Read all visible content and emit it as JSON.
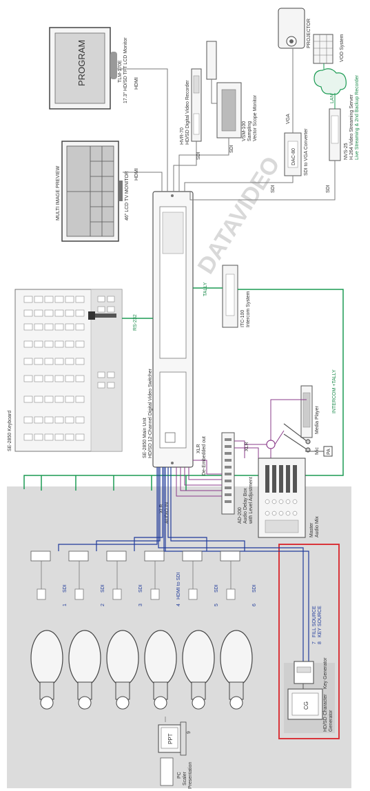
{
  "labels": {
    "keyboard": "SE-2850 Keyboard",
    "main_unit_1": "SE-2850 Main Unit",
    "main_unit_2": "HD/SD 12-Channel Digital Video Switcher",
    "rs232": "RS-232",
    "tally": "TALLY",
    "intercom_tally": "INTERCOM +TALLY",
    "multi_preview": "MULTI IMAGE PREVIEW",
    "lcd_monitor": "46\" LCD TV MONITOR",
    "program": "PROGRAM",
    "tlm_1": "TLM-170E",
    "tlm_2": "17.3\" HD/SD TFT LCD Monitor",
    "hvr_1": "HVR-70",
    "hvr_2": "HD/SD Digital Video Recorder",
    "vsm_1": "VSM-100",
    "vsm_2": "Sampling",
    "vsm_3": "Vector Scope Monitor",
    "projector": "PROJECTOR",
    "dac_1": "DAC-80",
    "dac_2": "SDI to VGA Converter",
    "vod": "VOD System",
    "nvs_1": "NVS-25",
    "nvs_2": "H.264 Video Streaming Server",
    "nvs_3": "Live Streaming & 2nd Backup Recorder",
    "itc_1": "ITC-100",
    "itc_2": "Intercom System",
    "media_player": "Media Player",
    "mic": "Mic",
    "pa": "PA",
    "master_mix_1": "Master",
    "master_mix_2": "Audio Mix",
    "ad_1": "AD-200",
    "ad_2": "Audio Delay Box",
    "ad_3": "with Level Adjustment",
    "xlr": "XLR",
    "audio_in": "AUDIO IN",
    "xlr_de": "XLR",
    "de_embedded": "De-Embedded out",
    "fill_source": "FILL SOURCE",
    "key_source": "KEY SOURCE",
    "cg_1": "CG",
    "cg_2": "HD/SD Character",
    "cg_3": "Generator",
    "key_generator": "Key Generator",
    "ppt": "PPT",
    "ppt_note_1": "PC",
    "ppt_note_2": "Scaler",
    "ppt_note_3": "Presentation",
    "ppt_input": "9",
    "hdmi": "HDMI",
    "sdi": "SDI",
    "vga": "VGA",
    "lan": "LAN",
    "watermark": "DATAVIDEO",
    "mid_sdi_hdmi": "HDMI to SDI",
    "cam_1": "1",
    "cam_2": "2",
    "cam_3": "3",
    "cam_4": "4",
    "cam_5": "5",
    "cam_6": "6",
    "input_7": "7",
    "input_8": "8"
  },
  "colors": {
    "green_line": "#1a9a52",
    "blue_line": "#1f3a9a",
    "purple_line": "#8a3a8a",
    "grey_line": "#7a7a7a",
    "camera_zone": "#d9d9d9",
    "cg_border": "#d9343a"
  }
}
